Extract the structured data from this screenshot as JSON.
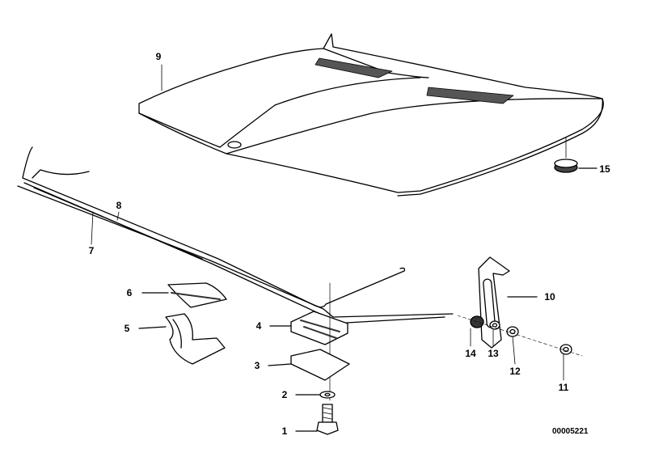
{
  "diagram": {
    "labels": {
      "p1": "1",
      "p2": "2",
      "p3": "3",
      "p4": "4",
      "p5": "5",
      "p6": "6",
      "p7": "7",
      "p8": "8",
      "p9": "9",
      "p10": "10",
      "p11": "11",
      "p12": "12",
      "p13": "13",
      "p14": "14",
      "p15": "15"
    },
    "drawing_code": "00005221"
  }
}
